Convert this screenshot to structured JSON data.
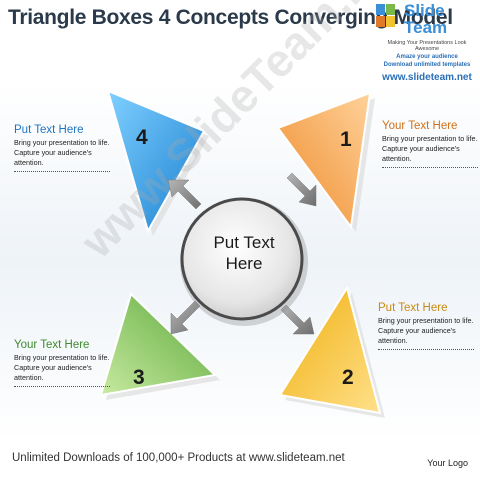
{
  "title": "Triangle Boxes 4 Concepts Converging Model",
  "logo": {
    "word1": "Slide",
    "word2": "Team",
    "tagline": "Making Your Presentations Look Awesome",
    "line1": "Amaze your audience",
    "line2": "Download unlimited templates",
    "url": "www.slideteam.net"
  },
  "center": {
    "line1": "Put Text",
    "line2": "Here"
  },
  "boxes": [
    {
      "number": "4"
    },
    {
      "number": "1"
    },
    {
      "number": "3"
    },
    {
      "number": "2"
    }
  ],
  "callouts": {
    "top_left": {
      "heading": "Put Text Here",
      "body": [
        "Bring your presentation to life.",
        "Capture your audience's",
        "attention."
      ]
    },
    "top_right": {
      "heading": "Your Text Here",
      "body": [
        "Bring your presentation to life.",
        "Capture your audience's",
        "attention."
      ]
    },
    "bottom_left": {
      "heading": "Your Text Here",
      "body": [
        "Bring your presentation to life.",
        "Capture your audience's",
        "attention."
      ]
    },
    "bottom_right": {
      "heading": "Put Text Here",
      "body": [
        "Bring your presentation to life.",
        "Capture your audience's",
        "attention."
      ]
    }
  },
  "watermark": "www.SlideTeam.net",
  "footer": "Unlimited Downloads of 100,000+ Products at www.slideteam.net",
  "your_logo": "Your Logo",
  "colors": {
    "blue": "#2b9be0",
    "orange": "#f3a04a",
    "green": "#6fbe4a",
    "gold": "#f5c230",
    "heading_blue": "#1f74c2",
    "heading_orange": "#d0701a"
  }
}
